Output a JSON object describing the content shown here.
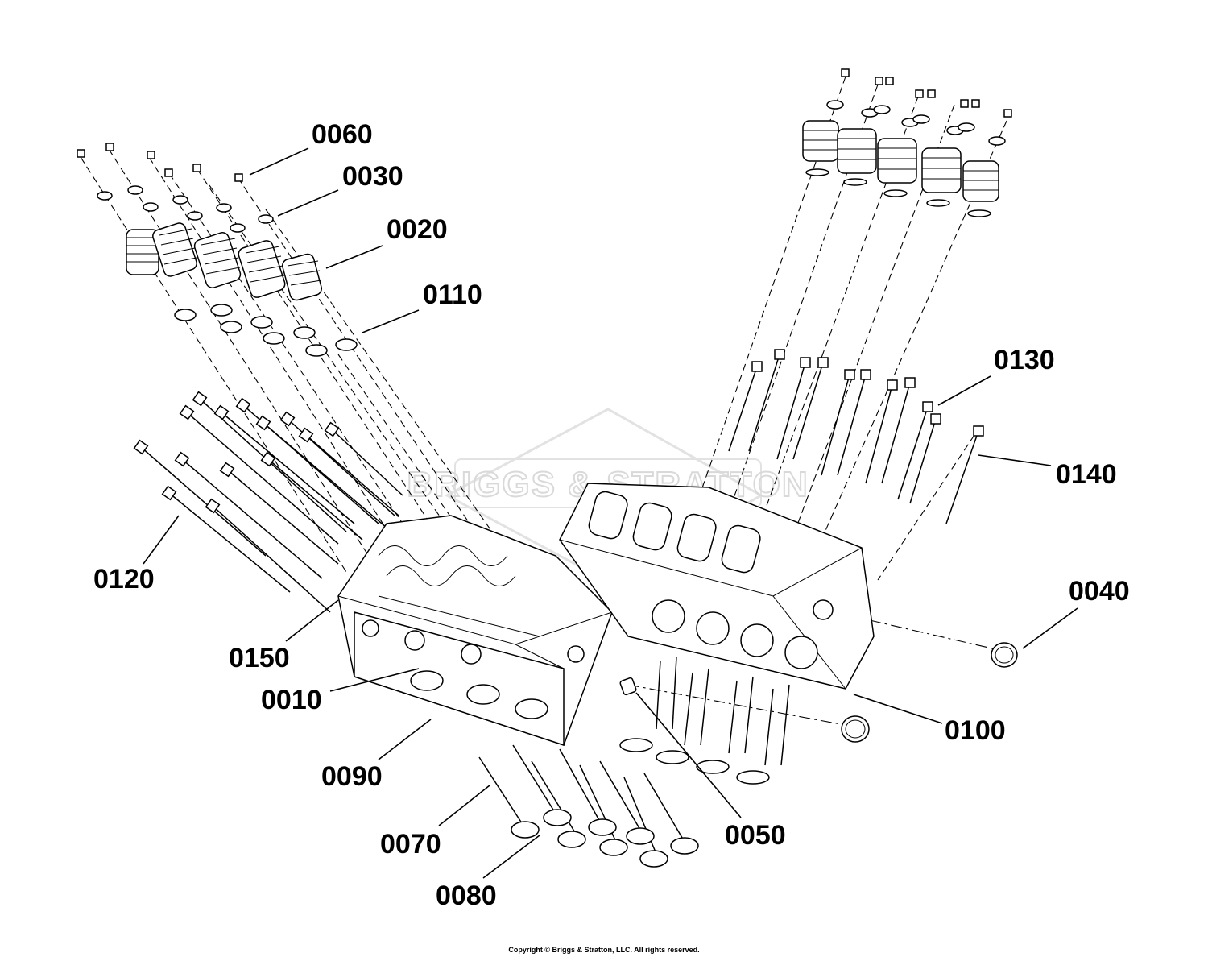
{
  "watermark": {
    "text": "BRIGGS & STRATTON"
  },
  "callouts": [
    {
      "label": "0060"
    },
    {
      "label": "0030"
    },
    {
      "label": "0020"
    },
    {
      "label": "0110"
    },
    {
      "label": "0120"
    },
    {
      "label": "0150"
    },
    {
      "label": "0010"
    },
    {
      "label": "0090"
    },
    {
      "label": "0070"
    },
    {
      "label": "0080"
    },
    {
      "label": "0050"
    },
    {
      "label": "0100"
    },
    {
      "label": "0040"
    },
    {
      "label": "0140"
    },
    {
      "label": "0130"
    }
  ],
  "footer": {
    "copyright": "Copyright © Briggs & Stratton, LLC. All rights reserved."
  },
  "colors": {
    "line": "#000000",
    "background": "#ffffff",
    "watermark": "#d9d9d9"
  }
}
